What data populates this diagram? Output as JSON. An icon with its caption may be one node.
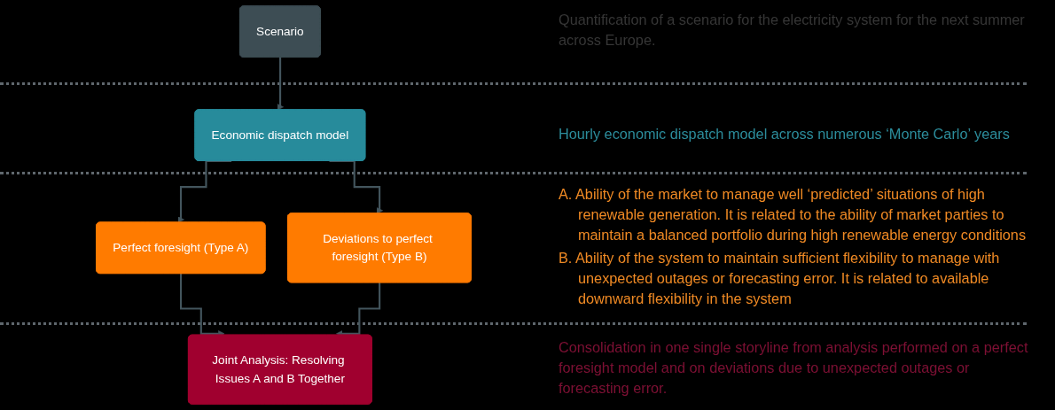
{
  "diagram": {
    "nodes": [
      {
        "text": [
          "Scenario"
        ]
      },
      {
        "text": [
          "Economic dispatch model"
        ]
      },
      {
        "text": [
          "Perfect foresight (Type A)"
        ]
      },
      {
        "text": [
          "Deviations to perfect foresight (Type B)"
        ]
      },
      {
        "text": [
          "Joint Analysis: Resolving Issues A and B Together"
        ]
      }
    ],
    "edges": [
      {
        "from": 0,
        "to": 1,
        "arrow": "to"
      },
      {
        "from": 1,
        "to": 2,
        "arrow": "to"
      },
      {
        "from": 1,
        "to": 3,
        "arrow": "to"
      },
      {
        "from": 2,
        "to": 4,
        "arrow": "to"
      },
      {
        "from": 3,
        "to": 4,
        "arrow": "to"
      }
    ],
    "labels": [
      "Quantification of a scenario for the electricity system for the next summer across Europe.",
      "Hourly economic dispatch model across numerous ‘Monte Carlo’ years",
      "A. Ability of the market to manage well ‘predicted’ situations of high renewable generation. It is related to the ability of market parties to maintain a balanced portfolio during high renewable energy conditions",
      "B. Ability of the system to maintain sufficient flexibility to manage with unexpected outages or forecasting error.  It is related to available downward flexibility in the system",
      "Consolidation in one single storyline from analysis performed on a perfect foresight model and on deviations due to unexpected outages or forecasting error."
    ]
  }
}
